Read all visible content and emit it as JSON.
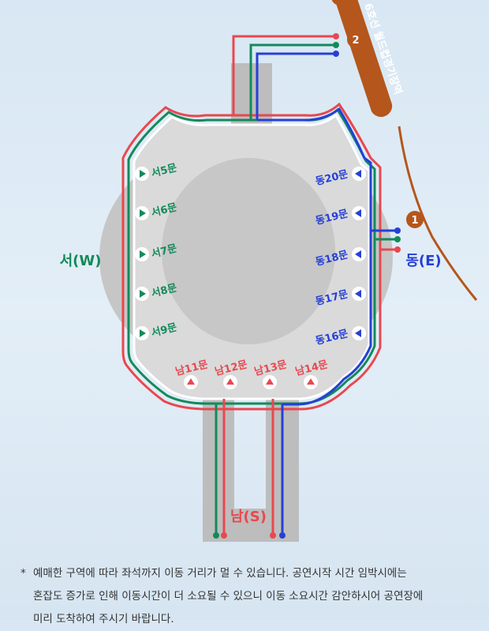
{
  "colors": {
    "red": "#e8484f",
    "green": "#138a5a",
    "blue": "#2540d6",
    "subway": "#b5561c",
    "stadium_outer": "#c6c6c6",
    "stadium_inner": "#d2d2d2",
    "concourse": "#dadada",
    "walkway": "#bdbdbd"
  },
  "directions": {
    "west": "서(W)",
    "east": "동(E)",
    "south": "남(S)"
  },
  "subway": {
    "station_label": "6호선 월드컵경기장역",
    "exit_1": "1",
    "exit_2": "2"
  },
  "gates": {
    "west": [
      "서5문",
      "서6문",
      "서7문",
      "서8문",
      "서9문"
    ],
    "east": [
      "동20문",
      "동19문",
      "동18문",
      "동17문",
      "동16문"
    ],
    "south": [
      "남11문",
      "남12문",
      "남13문",
      "남14문"
    ]
  },
  "note": {
    "marker": "*",
    "lines": [
      "예매한 구역에 따라 좌석까지 이동 거리가 멀 수 있습니다. 공연시작 시간 임박시에는",
      "혼잡도 증가로 인해 이동시간이 더 소요될 수 있으니 이동 소요시간 감안하시어 공연장에",
      "미리 도착하여 주시기 바랍니다."
    ]
  }
}
